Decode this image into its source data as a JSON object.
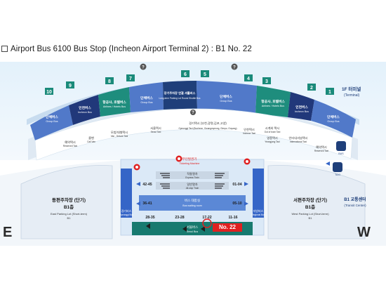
{
  "heading": "Airport Bus 6100 Bus Stop (Incheon Airport Terminal 2) : B1 No. 22",
  "compass": {
    "east": "E",
    "west": "W"
  },
  "highlight": {
    "label": "No. 22"
  },
  "colors": {
    "dark_navy": "#1f3f7a",
    "blue": "#3a63b8",
    "teal": "#1a8a7a",
    "light_blue": "#9cc4ea",
    "highlight_red": "#e02020"
  },
  "gates": [
    "1",
    "2",
    "3",
    "4",
    "5",
    "6",
    "7",
    "8",
    "9",
    "10"
  ],
  "info_icons": [
    "?",
    "?",
    "?"
  ],
  "zones": [
    {
      "ko": "단체버스",
      "en": "Group Bus"
    },
    {
      "ko": "인천버스",
      "en": "Incheon Bus"
    },
    {
      "ko": "항공사, 호텔버스",
      "en": "Airlines / Hotels Bus"
    },
    {
      "ko": "단체버스",
      "en": "Group Bus"
    },
    {
      "ko": "장기주차장 연결 셔틀버스",
      "en": "Long-term Parking Lot Round Shuttle Bus"
    },
    {
      "ko": "단체버스",
      "en": "Group Bus"
    },
    {
      "ko": "항공사, 호텔버스",
      "en": "Airlines / Hotels Bus"
    },
    {
      "ko": "인천버스",
      "en": "Incheon Bus"
    },
    {
      "ko": "단체버스",
      "en": "Group Bus"
    }
  ],
  "terminal_label": {
    "ko": "1F 터미널",
    "en": "(Terminal)"
  },
  "taxis": [
    {
      "ko": "예약택시",
      "en": "Reserved Taxi"
    },
    {
      "ko": "콜밴",
      "en": "Call Van"
    },
    {
      "ko": "모범/대형택시",
      "en": "Van , Deluxe Taxi"
    },
    {
      "ko": "서울택시",
      "en": "Seoul Taxi"
    },
    {
      "ko": "경기택시 (부천,광명,김포,고양)",
      "en": "Gyeonggi Taxi (Bucheon, Gwangmyeong, Gimpo, Goyang)"
    },
    {
      "ko": "인천택시",
      "en": "Incheon Taxi"
    },
    {
      "ko": "시계외 택시",
      "en": "Out of town Taxi"
    },
    {
      "ko": "영종택시",
      "en": "Yeongjong Taxi"
    },
    {
      "ko": "인터내셔널택시",
      "en": "International Taxi"
    },
    {
      "ko": "예약택시",
      "en": "Reserved Taxi"
    }
  ],
  "ticketing": {
    "ko": "무인발권기",
    "en": "Ticketing Machine"
  },
  "express": {
    "ko": "직통열차",
    "en": "Express Train"
  },
  "allstop": {
    "ko": "일반열차",
    "en": "All-stop Train"
  },
  "waiting": {
    "ko": "버스 대합실",
    "en": "Bus waiting room"
  },
  "gyeonggi_bus": {
    "ko": "경기버스",
    "en": "Gyeonggi Bus"
  },
  "regional_bus": {
    "ko": "지방버스",
    "en": "Regional Bus"
  },
  "seoul_bus": {
    "ko": "서울버스",
    "en": "Seoul Bus"
  },
  "stop_ranges": [
    "42-45",
    "36-41",
    "28-35",
    "23-28",
    "17-22",
    "11-16",
    "05-10",
    "01-04"
  ],
  "east_parking": {
    "ko": "동편주차장 (단기)",
    "floor": "B1층",
    "en": "East Parking Lot (Short-term)",
    "sub": "B1"
  },
  "west_parking": {
    "ko": "서편주차장 (단기)",
    "floor": "B1층",
    "en": "West Parking Lot (Short-term)",
    "sub": "B1"
  },
  "transit": {
    "ko": "B1 교통센터",
    "en": "(Transit Center)"
  },
  "side_icons": {
    "bus": "BUS",
    "taxi": "TAXI"
  }
}
